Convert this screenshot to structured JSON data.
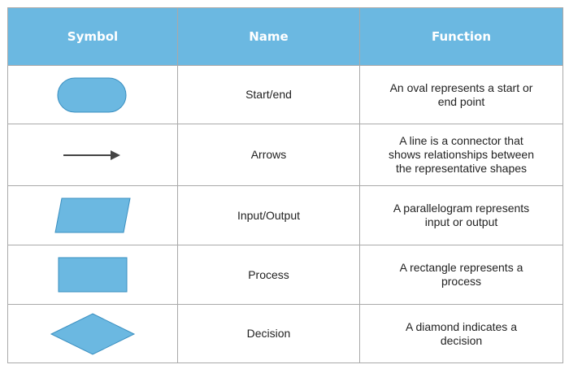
{
  "header": {
    "symbol": "Symbol",
    "name": "Name",
    "function": "Function"
  },
  "colors": {
    "header_bg": "#6bb8e1",
    "shape_fill": "#6bb8e1",
    "shape_stroke": "#3a8fc0",
    "arrow": "#444444",
    "grid": "#a9a9a9"
  },
  "rows": [
    {
      "shape": "oval-icon",
      "name": "Start/end",
      "function": "An oval represents a start or end point"
    },
    {
      "shape": "arrow-icon",
      "name": "Arrows",
      "function": "A line is a connector that shows relationships between the representative shapes"
    },
    {
      "shape": "parallelogram-icon",
      "name": "Input/Output",
      "function": "A parallelogram represents input or output"
    },
    {
      "shape": "rectangle-icon",
      "name": "Process",
      "function": "A rectangle represents a process"
    },
    {
      "shape": "diamond-icon",
      "name": "Decision",
      "function": "A diamond indicates a decision"
    }
  ]
}
